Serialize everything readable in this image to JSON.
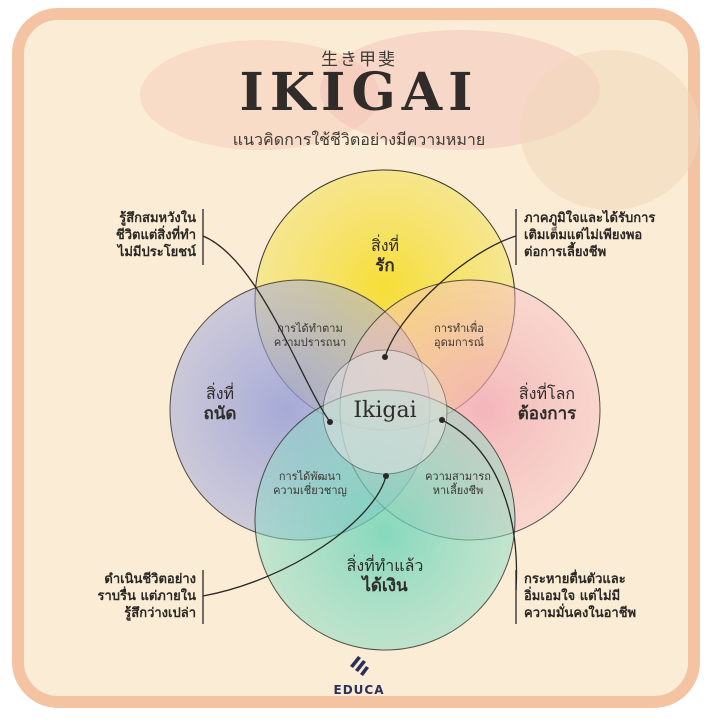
{
  "header": {
    "japanese": "生き甲斐",
    "title": "IKIGAI",
    "subtitle": "แนวคิดการใช้ชีวิตอย่างมีความหมาย"
  },
  "circles": {
    "love": {
      "line1": "สิ่งที่",
      "line2": "รัก",
      "color": "#f6dd2e"
    },
    "good_at": {
      "line1": "สิ่งที่",
      "line2": "ถนัด",
      "color": "#8f98d6"
    },
    "world_needs": {
      "line1": "สิ่งที่โลก",
      "line2": "ต้องการ",
      "color": "#f2a0b0"
    },
    "paid_for": {
      "line1": "สิ่งที่ทำแล้ว",
      "line2": "ได้เงิน",
      "color": "#63d2b6"
    }
  },
  "overlaps": {
    "passion": [
      "การได้ทำตาม",
      "ความปรารถนา"
    ],
    "mission": [
      "การทำเพื่อ",
      "อุดมการณ์"
    ],
    "profession": [
      "การได้พัฒนา",
      "ความเชี่ยวชาญ"
    ],
    "vocation": [
      "ความสามารถ",
      "หาเลี้ยงชีพ"
    ]
  },
  "center_label": "Ikigai",
  "notes": {
    "top_left": [
      "รู้สึกสมหวังใน",
      "ชีวิตแต่สิ่งที่ทำ",
      "ไม่มีประโยชน์"
    ],
    "top_right": [
      "ภาคภูมิใจและได้รับการ",
      "เติมเต็มแต่ไม่เพียงพอ",
      "ต่อการเลี้ยงชีพ"
    ],
    "bottom_left": [
      "ดำเนินชีวิตอย่าง",
      "ราบรื่น แต่ภายใน",
      "รู้สึกว่างเปล่า"
    ],
    "bottom_right": [
      "กระหายตื่นตัวและ",
      "อิ่มเอมใจ แต่ไม่มี",
      "ความมั่นคงในอาชีพ"
    ]
  },
  "brand": "EDUCA",
  "colors": {
    "frame": "#f4c3a2",
    "background": "#fbedd5",
    "brand": "#2d2f5a"
  }
}
